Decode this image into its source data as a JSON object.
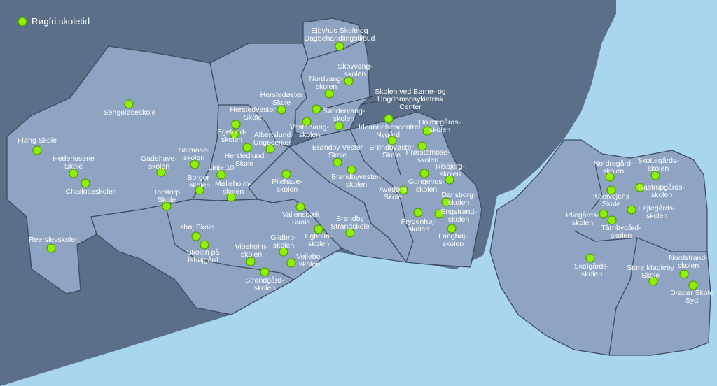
{
  "legend": {
    "label": "Røgfri skoletid",
    "marker_color": "#8cf000"
  },
  "colors": {
    "land": "#5c6f88",
    "sea": "#a9d5ee",
    "municipality": "#8fa3c2",
    "border": "#3d4c60",
    "dot": "#8cf000",
    "label": "#ffffff"
  },
  "schools": [
    {
      "name": "Ejbyhus Skole og Dagbehandlingstilbud",
      "lines": [
        "Ejbyhus Skole og",
        "Dagbehandlingstilbud"
      ]
    },
    {
      "name": "Skovvangskolen",
      "lines": [
        "Skovvang-",
        "skolen"
      ]
    },
    {
      "name": "Nordvangskolen",
      "lines": [
        "Nordvang-",
        "skolen"
      ]
    },
    {
      "name": "Skolen ved Børne- og Ungdomspsykiatrisk Center",
      "lines": [
        "Skolen ved Børne- og",
        "Ungdomspsykiatrisk",
        "Center"
      ]
    },
    {
      "name": "Herstedøster Skole",
      "lines": [
        "Herstedøster",
        "Skole"
      ]
    },
    {
      "name": "Herstedvester Skole",
      "lines": [
        "Herstedvester",
        "Skole"
      ]
    },
    {
      "name": "Søndervangskolen",
      "lines": [
        "Søndervang-",
        "skolen"
      ]
    },
    {
      "name": "Vestervangskolen",
      "lines": [
        "Vestervang-",
        "skolen"
      ]
    },
    {
      "name": "Uddannelsescentret Nygård",
      "lines": [
        "Uddannelsescentret",
        "Nygård"
      ]
    },
    {
      "name": "Holmegårdsskolen",
      "lines": [
        "Holmegårds-",
        "skolen"
      ]
    },
    {
      "name": "Sengeløseskole",
      "lines": [
        "Sengeløseskole"
      ]
    },
    {
      "name": "Egelundskolen",
      "lines": [
        "Egelund-",
        "skolen"
      ]
    },
    {
      "name": "Albertslund Ungecenter",
      "lines": [
        "Albertslund",
        "Ungecenter"
      ]
    },
    {
      "name": "Herstedlund Skole",
      "lines": [
        "Herstedlund",
        "Skole"
      ]
    },
    {
      "name": "Brøndby Vester Skole",
      "lines": [
        "Brøndby Vester",
        "Skole"
      ]
    },
    {
      "name": "Brøndbyøster Skole",
      "lines": [
        "Brøndbyøster",
        "Skole"
      ]
    },
    {
      "name": "Præstemoseskolen",
      "lines": [
        "Præstemose-",
        "skolen"
      ]
    },
    {
      "name": "Fløng Skole",
      "lines": [
        "Fløng Skole"
      ]
    },
    {
      "name": "Hedehusene Skole",
      "lines": [
        "Hedehusene",
        "Skole"
      ]
    },
    {
      "name": "Charlotteskolen",
      "lines": [
        "Charlotteskolen"
      ]
    },
    {
      "name": "Gadehaveskolen",
      "lines": [
        "Gadehave-",
        "skolen"
      ]
    },
    {
      "name": "Selmoseskolen",
      "lines": [
        "Selmose-",
        "skolen"
      ]
    },
    {
      "name": "Linje 10",
      "lines": [
        "Linje 10"
      ]
    },
    {
      "name": "Borgerskolen",
      "lines": [
        "Borger-",
        "skolen"
      ]
    },
    {
      "name": "Mølleholmskolen",
      "lines": [
        "Mølleholm-",
        "skolen"
      ]
    },
    {
      "name": "Torstorp Skole",
      "lines": [
        "Torstorp",
        "Skole"
      ]
    },
    {
      "name": "Pilehaveskolen",
      "lines": [
        "Pilehave-",
        "skolen"
      ]
    },
    {
      "name": "Brøndbyvesterskolen",
      "lines": [
        "Brøndbyvester-",
        "skolen"
      ]
    },
    {
      "name": "Risbjergskolen",
      "lines": [
        "Risbjerg-",
        "skolen"
      ]
    },
    {
      "name": "Gungehusskolen",
      "lines": [
        "Gungehus-",
        "skolen"
      ]
    },
    {
      "name": "Avedøre Skole",
      "lines": [
        "Avedøre",
        "Skole"
      ]
    },
    {
      "name": "Dansborgskolen",
      "lines": [
        "Dansborg-",
        "skolen"
      ]
    },
    {
      "name": "Engstrandskolen",
      "lines": [
        "Engstrand-",
        "skolen"
      ]
    },
    {
      "name": "Frydenhøjskolen",
      "lines": [
        "Frydenhøj-",
        "skolen"
      ]
    },
    {
      "name": "Langhøjskolen",
      "lines": [
        "Langhøj-",
        "skolen"
      ]
    },
    {
      "name": "Vallensbæk Skole",
      "lines": [
        "Vallensbæk",
        "Skole"
      ]
    },
    {
      "name": "Egholmskolen",
      "lines": [
        "Egholm-",
        "skolen"
      ]
    },
    {
      "name": "Brøndby Strandskole",
      "lines": [
        "Brøndby",
        "Strandskole"
      ]
    },
    {
      "name": "Ishøj Skole",
      "lines": [
        "Ishøj Skole"
      ]
    },
    {
      "name": "Skolen på Ishøjgård",
      "lines": [
        "Skolen på",
        "Ishøjgård"
      ]
    },
    {
      "name": "Gildbroskolen",
      "lines": [
        "Gildbro-",
        "skolen"
      ]
    },
    {
      "name": "Vibeholmskolen",
      "lines": [
        "Vibeholm-",
        "skolen"
      ]
    },
    {
      "name": "Vejleboskolen",
      "lines": [
        "Vejlebo-",
        "skolen"
      ]
    },
    {
      "name": "Strandgårdskolen",
      "lines": [
        "Strandgård-",
        "skolen"
      ]
    },
    {
      "name": "Reerslevskolen",
      "lines": [
        "Reerslevskolen"
      ]
    },
    {
      "name": "Nordregårdskolen",
      "lines": [
        "Nordregård-",
        "skolen"
      ]
    },
    {
      "name": "Skottegårdsskolen",
      "lines": [
        "Skottegårds-",
        "skolen"
      ]
    },
    {
      "name": "Kastrupgårdsskolen",
      "lines": [
        "Kastrupgårds-",
        "skolen"
      ]
    },
    {
      "name": "Korsvejens Skole",
      "lines": [
        "Korsvejens",
        "Skole"
      ]
    },
    {
      "name": "Pilegårdsskolen",
      "lines": [
        "Pilegårds-",
        "skolen"
      ]
    },
    {
      "name": "Løjtegårdsskolen",
      "lines": [
        "Løjtegårds-",
        "skolen"
      ]
    },
    {
      "name": "Tårnbygårdskolen",
      "lines": [
        "Tårnbygård-",
        "skolen"
      ]
    },
    {
      "name": "Skelgårdsskolen",
      "lines": [
        "Skelgårds-",
        "skolen"
      ]
    },
    {
      "name": "Store Magleby Skole",
      "lines": [
        "Store Magleby",
        "Skole"
      ]
    },
    {
      "name": "Nordstrandskolen",
      "lines": [
        "Nordstrand-",
        "skolen"
      ]
    },
    {
      "name": "Dragør Skole Syd",
      "lines": [
        "Dragør Skole",
        "Syd"
      ]
    }
  ]
}
